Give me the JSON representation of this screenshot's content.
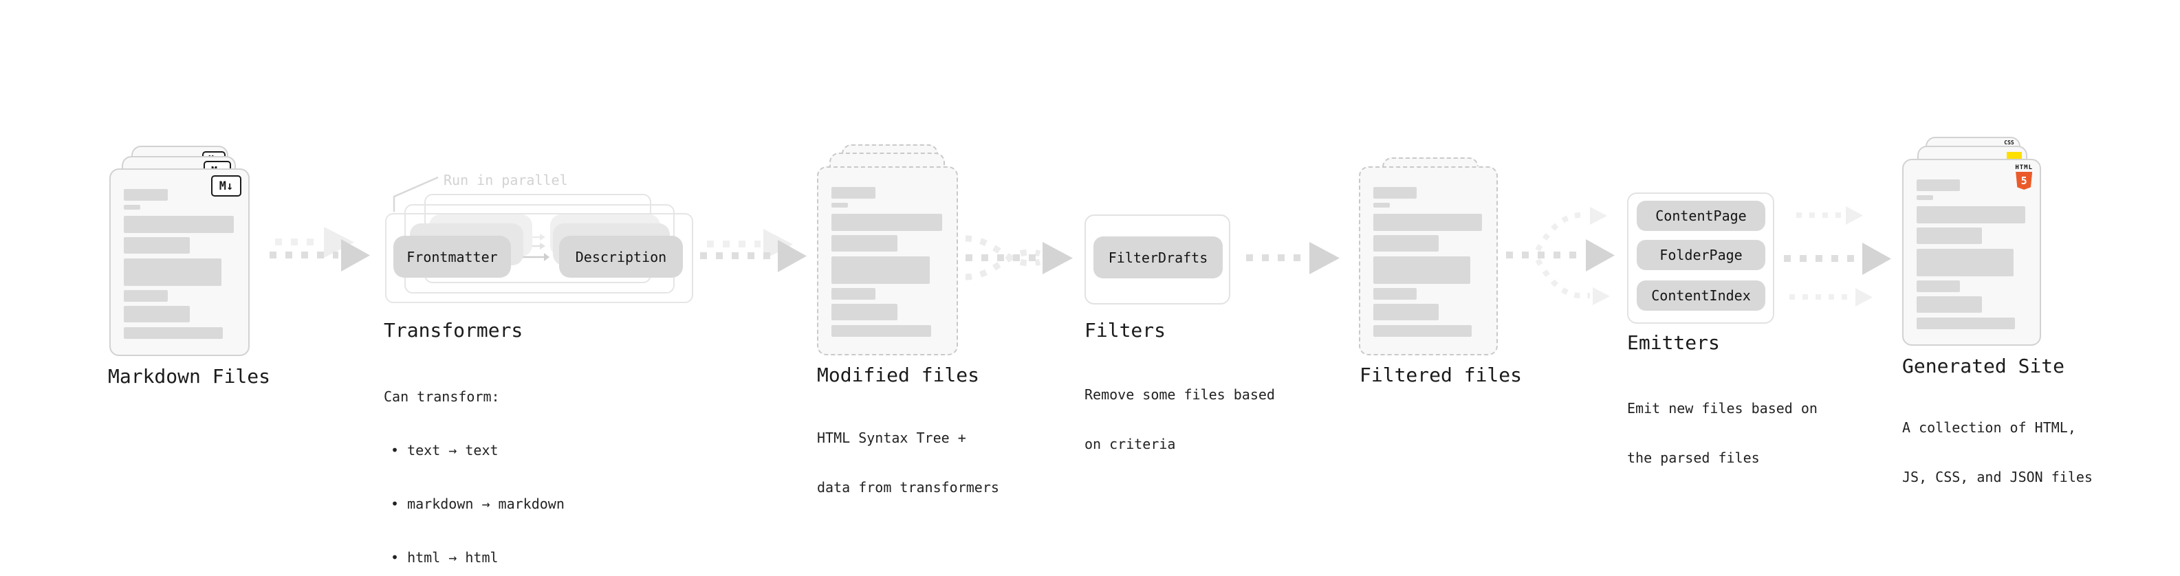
{
  "stages": {
    "markdown_files": {
      "title": "Markdown Files"
    },
    "transformers": {
      "title": "Transformers",
      "note": "Run in parallel",
      "input_pill": "Frontmatter",
      "output_pill": "Description",
      "desc": [
        "Can transform:",
        "• text → text",
        "• markdown → markdown",
        "• html → html"
      ]
    },
    "modified_files": {
      "title": "Modified files",
      "desc": [
        "HTML Syntax Tree +",
        "data from transformers"
      ]
    },
    "filters": {
      "title": "Filters",
      "pill": "FilterDrafts",
      "desc": [
        "Remove some files based",
        "on criteria"
      ]
    },
    "filtered_files": {
      "title": "Filtered files"
    },
    "emitters": {
      "title": "Emitters",
      "pills": [
        "ContentPage",
        "FolderPage",
        "ContentIndex"
      ],
      "desc": [
        "Emit new files based on",
        "the parsed files"
      ]
    },
    "generated_site": {
      "title": "Generated Site",
      "desc": [
        "A collection of HTML,",
        "JS, CSS, and JSON files"
      ]
    }
  },
  "badges": {
    "markdown": "M↓",
    "html5_label": "HTML",
    "html5_number": "5",
    "css_label": "CSS"
  },
  "colors": {
    "html5_orange": "#ea5b29",
    "css_blue": "#2b62f6",
    "js_yellow": "#ffdf00",
    "pill_gray": "#d8d8d8",
    "card_fill": "#f8f8f8",
    "arrow_gray": "#d4d4d4",
    "arrow_light": "#efefef",
    "note_gray": "#d2d2d2"
  }
}
